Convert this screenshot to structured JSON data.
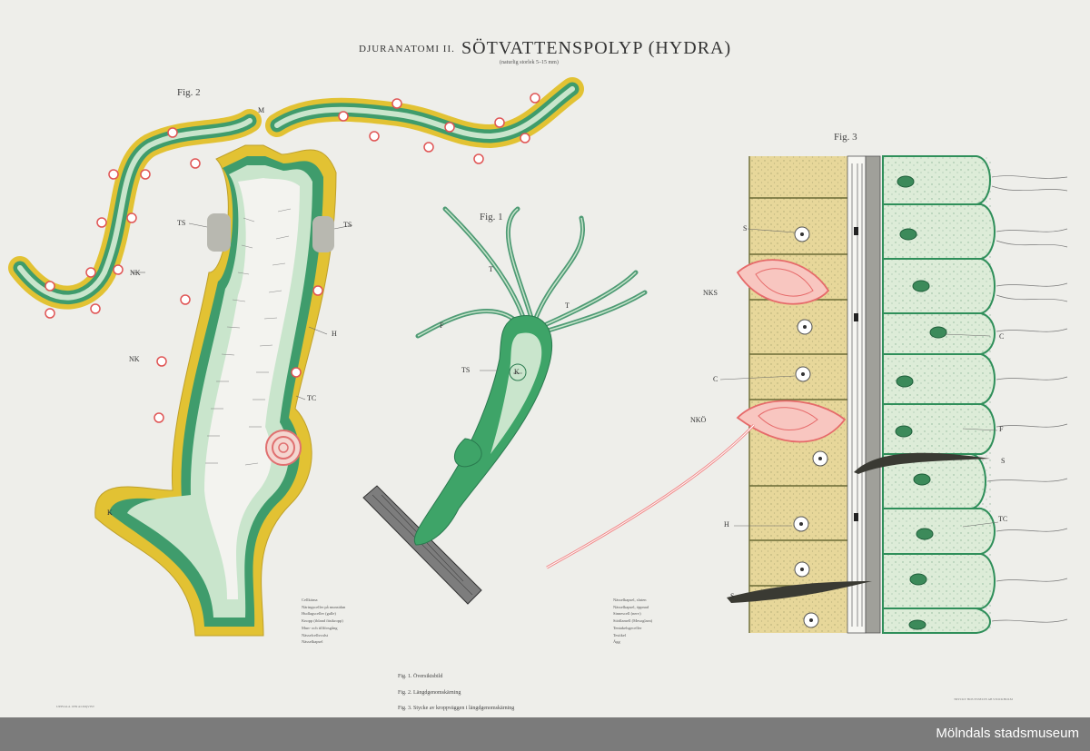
{
  "header": {
    "prefix": "DJURANATOMI II.",
    "title": "SÖTVATTENSPOLYP (HYDRA)",
    "subtitle": "(naturlig storlek 5–15 mm)"
  },
  "fig2": {
    "title": "Fig. 2",
    "labels": {
      "m": "M",
      "ts_left": "TS",
      "ts_right": "TS",
      "nk_upper": "NK",
      "nk_lower": "NK",
      "h": "H",
      "tc": "TC",
      "k": "K"
    }
  },
  "fig1": {
    "title": "Fig. 1",
    "labels": {
      "t_top": "T",
      "t_right": "T",
      "f": "F",
      "ts": "TS",
      "k": "K"
    }
  },
  "fig3": {
    "title": "Fig. 3",
    "labels": {
      "s_top": "S",
      "nks": "NKS",
      "c_left": "C",
      "nko": "NKÖ",
      "h": "H",
      "s_bottom": "S",
      "c_right": "C",
      "f": "F",
      "s_right": "S",
      "tc": "TC"
    }
  },
  "legend_left": [
    "Cellkärna",
    "Näringsceller på munsidan",
    "Hudlagsceller (galle)",
    "Knopp (ibland fästkropp)",
    "Mun- och tillförsgång",
    "Nässelcellsvulst",
    "Nässelkapsel"
  ],
  "legend_right": [
    "Nässelkapsel, sluten",
    "Nässelkapsel, öppnad",
    "Sinnescell (nerv)",
    "Stödlamell (Mesoglaea)",
    "Tentakelsgeceller",
    "Testikel",
    "Ägg"
  ],
  "captions": [
    "Fig. 1. Översiktsbild",
    "Fig. 2. Längdgenomskärning",
    "Fig. 3. Stycke av kroppväggen i längdgenomskärning"
  ],
  "printer_left": "UPPSALA 1939  ALMQVIST",
  "printer_right": "TRYCKT HOS ESSELTE AB STOCKHOLM",
  "credit": "Mölndals stadsmuseum",
  "colors": {
    "paper": "#eeeeea",
    "yellow": "#e2c233",
    "green": "#3f9c6c",
    "pale_green": "#c9e5cc",
    "pink": "#f08a8a",
    "footer": "#7b7b7b"
  }
}
